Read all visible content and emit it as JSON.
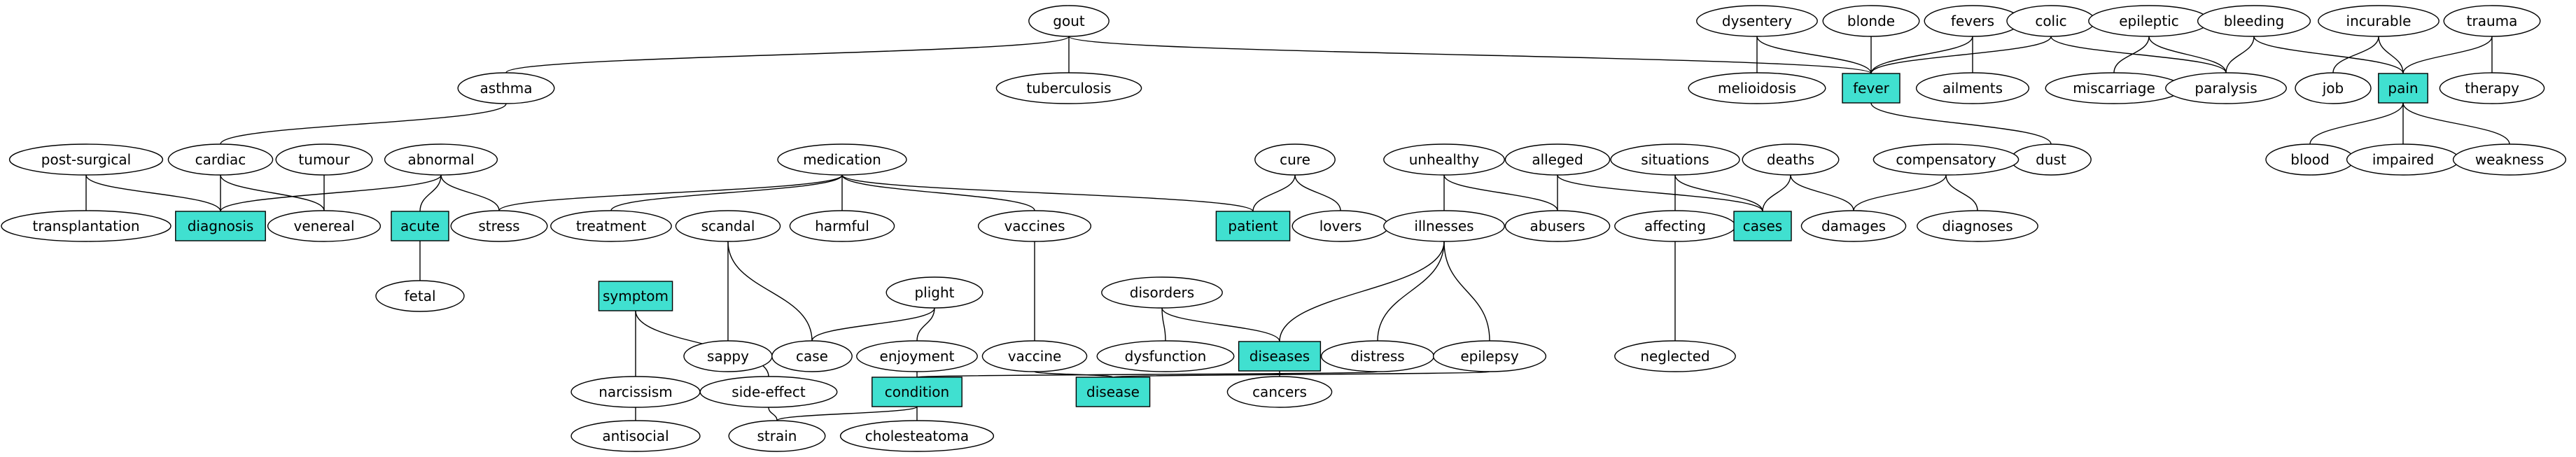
{
  "colors": {
    "highlight": "#40E0D0",
    "stroke": "#000000",
    "background": "#ffffff"
  },
  "nodes": [
    {
      "id": "gout",
      "label": "gout",
      "shape": "ellipse"
    },
    {
      "id": "asthma",
      "label": "asthma",
      "shape": "ellipse"
    },
    {
      "id": "tuberculosis",
      "label": "tuberculosis",
      "shape": "ellipse"
    },
    {
      "id": "dysentery",
      "label": "dysentery",
      "shape": "ellipse"
    },
    {
      "id": "blonde",
      "label": "blonde",
      "shape": "ellipse"
    },
    {
      "id": "fevers",
      "label": "fevers",
      "shape": "ellipse"
    },
    {
      "id": "colic",
      "label": "colic",
      "shape": "ellipse"
    },
    {
      "id": "epileptic",
      "label": "epileptic",
      "shape": "ellipse"
    },
    {
      "id": "bleeding",
      "label": "bleeding",
      "shape": "ellipse"
    },
    {
      "id": "incurable",
      "label": "incurable",
      "shape": "ellipse"
    },
    {
      "id": "trauma",
      "label": "trauma",
      "shape": "ellipse"
    },
    {
      "id": "melioidosis",
      "label": "melioidosis",
      "shape": "ellipse"
    },
    {
      "id": "fever",
      "label": "fever",
      "shape": "box"
    },
    {
      "id": "ailments",
      "label": "ailments",
      "shape": "ellipse"
    },
    {
      "id": "miscarriage",
      "label": "miscarriage",
      "shape": "ellipse"
    },
    {
      "id": "paralysis",
      "label": "paralysis",
      "shape": "ellipse"
    },
    {
      "id": "job",
      "label": "job",
      "shape": "ellipse"
    },
    {
      "id": "pain",
      "label": "pain",
      "shape": "box"
    },
    {
      "id": "therapy",
      "label": "therapy",
      "shape": "ellipse"
    },
    {
      "id": "dust",
      "label": "dust",
      "shape": "ellipse"
    },
    {
      "id": "blood",
      "label": "blood",
      "shape": "ellipse"
    },
    {
      "id": "impaired",
      "label": "impaired",
      "shape": "ellipse"
    },
    {
      "id": "weakness",
      "label": "weakness",
      "shape": "ellipse"
    },
    {
      "id": "post-surgical",
      "label": "post-surgical",
      "shape": "ellipse"
    },
    {
      "id": "cardiac",
      "label": "cardiac",
      "shape": "ellipse"
    },
    {
      "id": "tumour",
      "label": "tumour",
      "shape": "ellipse"
    },
    {
      "id": "abnormal",
      "label": "abnormal",
      "shape": "ellipse"
    },
    {
      "id": "medication",
      "label": "medication",
      "shape": "ellipse"
    },
    {
      "id": "cure",
      "label": "cure",
      "shape": "ellipse"
    },
    {
      "id": "unhealthy",
      "label": "unhealthy",
      "shape": "ellipse"
    },
    {
      "id": "alleged",
      "label": "alleged",
      "shape": "ellipse"
    },
    {
      "id": "situations",
      "label": "situations",
      "shape": "ellipse"
    },
    {
      "id": "deaths",
      "label": "deaths",
      "shape": "ellipse"
    },
    {
      "id": "compensatory",
      "label": "compensatory",
      "shape": "ellipse"
    },
    {
      "id": "transplantation",
      "label": "transplantation",
      "shape": "ellipse"
    },
    {
      "id": "diagnosis",
      "label": "diagnosis",
      "shape": "box"
    },
    {
      "id": "venereal",
      "label": "venereal",
      "shape": "ellipse"
    },
    {
      "id": "acute",
      "label": "acute",
      "shape": "box"
    },
    {
      "id": "stress",
      "label": "stress",
      "shape": "ellipse"
    },
    {
      "id": "treatment",
      "label": "treatment",
      "shape": "ellipse"
    },
    {
      "id": "scandal",
      "label": "scandal",
      "shape": "ellipse"
    },
    {
      "id": "harmful",
      "label": "harmful",
      "shape": "ellipse"
    },
    {
      "id": "vaccines",
      "label": "vaccines",
      "shape": "ellipse"
    },
    {
      "id": "patient",
      "label": "patient",
      "shape": "box"
    },
    {
      "id": "lovers",
      "label": "lovers",
      "shape": "ellipse"
    },
    {
      "id": "illnesses",
      "label": "illnesses",
      "shape": "ellipse"
    },
    {
      "id": "abusers",
      "label": "abusers",
      "shape": "ellipse"
    },
    {
      "id": "affecting",
      "label": "affecting",
      "shape": "ellipse"
    },
    {
      "id": "cases",
      "label": "cases",
      "shape": "box"
    },
    {
      "id": "damages",
      "label": "damages",
      "shape": "ellipse"
    },
    {
      "id": "diagnoses",
      "label": "diagnoses",
      "shape": "ellipse"
    },
    {
      "id": "fetal",
      "label": "fetal",
      "shape": "ellipse"
    },
    {
      "id": "plight",
      "label": "plight",
      "shape": "ellipse"
    },
    {
      "id": "disorders",
      "label": "disorders",
      "shape": "ellipse"
    },
    {
      "id": "symptom",
      "label": "symptom",
      "shape": "box"
    },
    {
      "id": "sappy",
      "label": "sappy",
      "shape": "ellipse"
    },
    {
      "id": "case",
      "label": "case",
      "shape": "ellipse"
    },
    {
      "id": "enjoyment",
      "label": "enjoyment",
      "shape": "ellipse"
    },
    {
      "id": "vaccine",
      "label": "vaccine",
      "shape": "ellipse"
    },
    {
      "id": "dysfunction",
      "label": "dysfunction",
      "shape": "ellipse"
    },
    {
      "id": "diseases",
      "label": "diseases",
      "shape": "box"
    },
    {
      "id": "distress",
      "label": "distress",
      "shape": "ellipse"
    },
    {
      "id": "epilepsy",
      "label": "epilepsy",
      "shape": "ellipse"
    },
    {
      "id": "neglected",
      "label": "neglected",
      "shape": "ellipse"
    },
    {
      "id": "narcissism",
      "label": "narcissism",
      "shape": "ellipse"
    },
    {
      "id": "side-effect",
      "label": "side-effect",
      "shape": "ellipse"
    },
    {
      "id": "condition",
      "label": "condition",
      "shape": "box"
    },
    {
      "id": "disease",
      "label": "disease",
      "shape": "box"
    },
    {
      "id": "cancers",
      "label": "cancers",
      "shape": "ellipse"
    },
    {
      "id": "antisocial",
      "label": "antisocial",
      "shape": "ellipse"
    },
    {
      "id": "strain",
      "label": "strain",
      "shape": "ellipse"
    },
    {
      "id": "cholesteatoma",
      "label": "cholesteatoma",
      "shape": "ellipse"
    }
  ],
  "edges": [
    [
      "gout",
      "asthma"
    ],
    [
      "gout",
      "tuberculosis"
    ],
    [
      "gout",
      "fever"
    ],
    [
      "dysentery",
      "melioidosis"
    ],
    [
      "dysentery",
      "fever"
    ],
    [
      "blonde",
      "fever"
    ],
    [
      "fevers",
      "fever"
    ],
    [
      "fevers",
      "ailments"
    ],
    [
      "colic",
      "fever"
    ],
    [
      "colic",
      "paralysis"
    ],
    [
      "epileptic",
      "miscarriage"
    ],
    [
      "epileptic",
      "paralysis"
    ],
    [
      "bleeding",
      "paralysis"
    ],
    [
      "bleeding",
      "pain"
    ],
    [
      "incurable",
      "job"
    ],
    [
      "incurable",
      "pain"
    ],
    [
      "trauma",
      "pain"
    ],
    [
      "trauma",
      "therapy"
    ],
    [
      "fever",
      "dust"
    ],
    [
      "pain",
      "blood"
    ],
    [
      "pain",
      "impaired"
    ],
    [
      "pain",
      "weakness"
    ],
    [
      "asthma",
      "cardiac"
    ],
    [
      "post-surgical",
      "transplantation"
    ],
    [
      "post-surgical",
      "diagnosis"
    ],
    [
      "cardiac",
      "diagnosis"
    ],
    [
      "cardiac",
      "venereal"
    ],
    [
      "tumour",
      "venereal"
    ],
    [
      "abnormal",
      "diagnosis"
    ],
    [
      "abnormal",
      "acute"
    ],
    [
      "abnormal",
      "stress"
    ],
    [
      "medication",
      "stress"
    ],
    [
      "medication",
      "treatment"
    ],
    [
      "medication",
      "harmful"
    ],
    [
      "medication",
      "vaccines"
    ],
    [
      "medication",
      "patient"
    ],
    [
      "cure",
      "patient"
    ],
    [
      "cure",
      "lovers"
    ],
    [
      "unhealthy",
      "illnesses"
    ],
    [
      "unhealthy",
      "abusers"
    ],
    [
      "alleged",
      "abusers"
    ],
    [
      "alleged",
      "cases"
    ],
    [
      "situations",
      "affecting"
    ],
    [
      "situations",
      "cases"
    ],
    [
      "deaths",
      "cases"
    ],
    [
      "deaths",
      "damages"
    ],
    [
      "compensatory",
      "damages"
    ],
    [
      "compensatory",
      "diagnoses"
    ],
    [
      "acute",
      "fetal"
    ],
    [
      "scandal",
      "sappy"
    ],
    [
      "scandal",
      "case"
    ],
    [
      "plight",
      "case"
    ],
    [
      "plight",
      "enjoyment"
    ],
    [
      "vaccines",
      "vaccine"
    ],
    [
      "disorders",
      "dysfunction"
    ],
    [
      "disorders",
      "diseases"
    ],
    [
      "illnesses",
      "diseases"
    ],
    [
      "illnesses",
      "distress"
    ],
    [
      "illnesses",
      "epilepsy"
    ],
    [
      "affecting",
      "neglected"
    ],
    [
      "symptom",
      "narcissism"
    ],
    [
      "symptom",
      "side-effect"
    ],
    [
      "enjoyment",
      "condition"
    ],
    [
      "vaccine",
      "disease"
    ],
    [
      "diseases",
      "cancers"
    ],
    [
      "distress",
      "condition"
    ],
    [
      "epilepsy",
      "disease"
    ],
    [
      "narcissism",
      "antisocial"
    ],
    [
      "side-effect",
      "strain"
    ],
    [
      "condition",
      "strain"
    ],
    [
      "condition",
      "cholesteatoma"
    ]
  ]
}
